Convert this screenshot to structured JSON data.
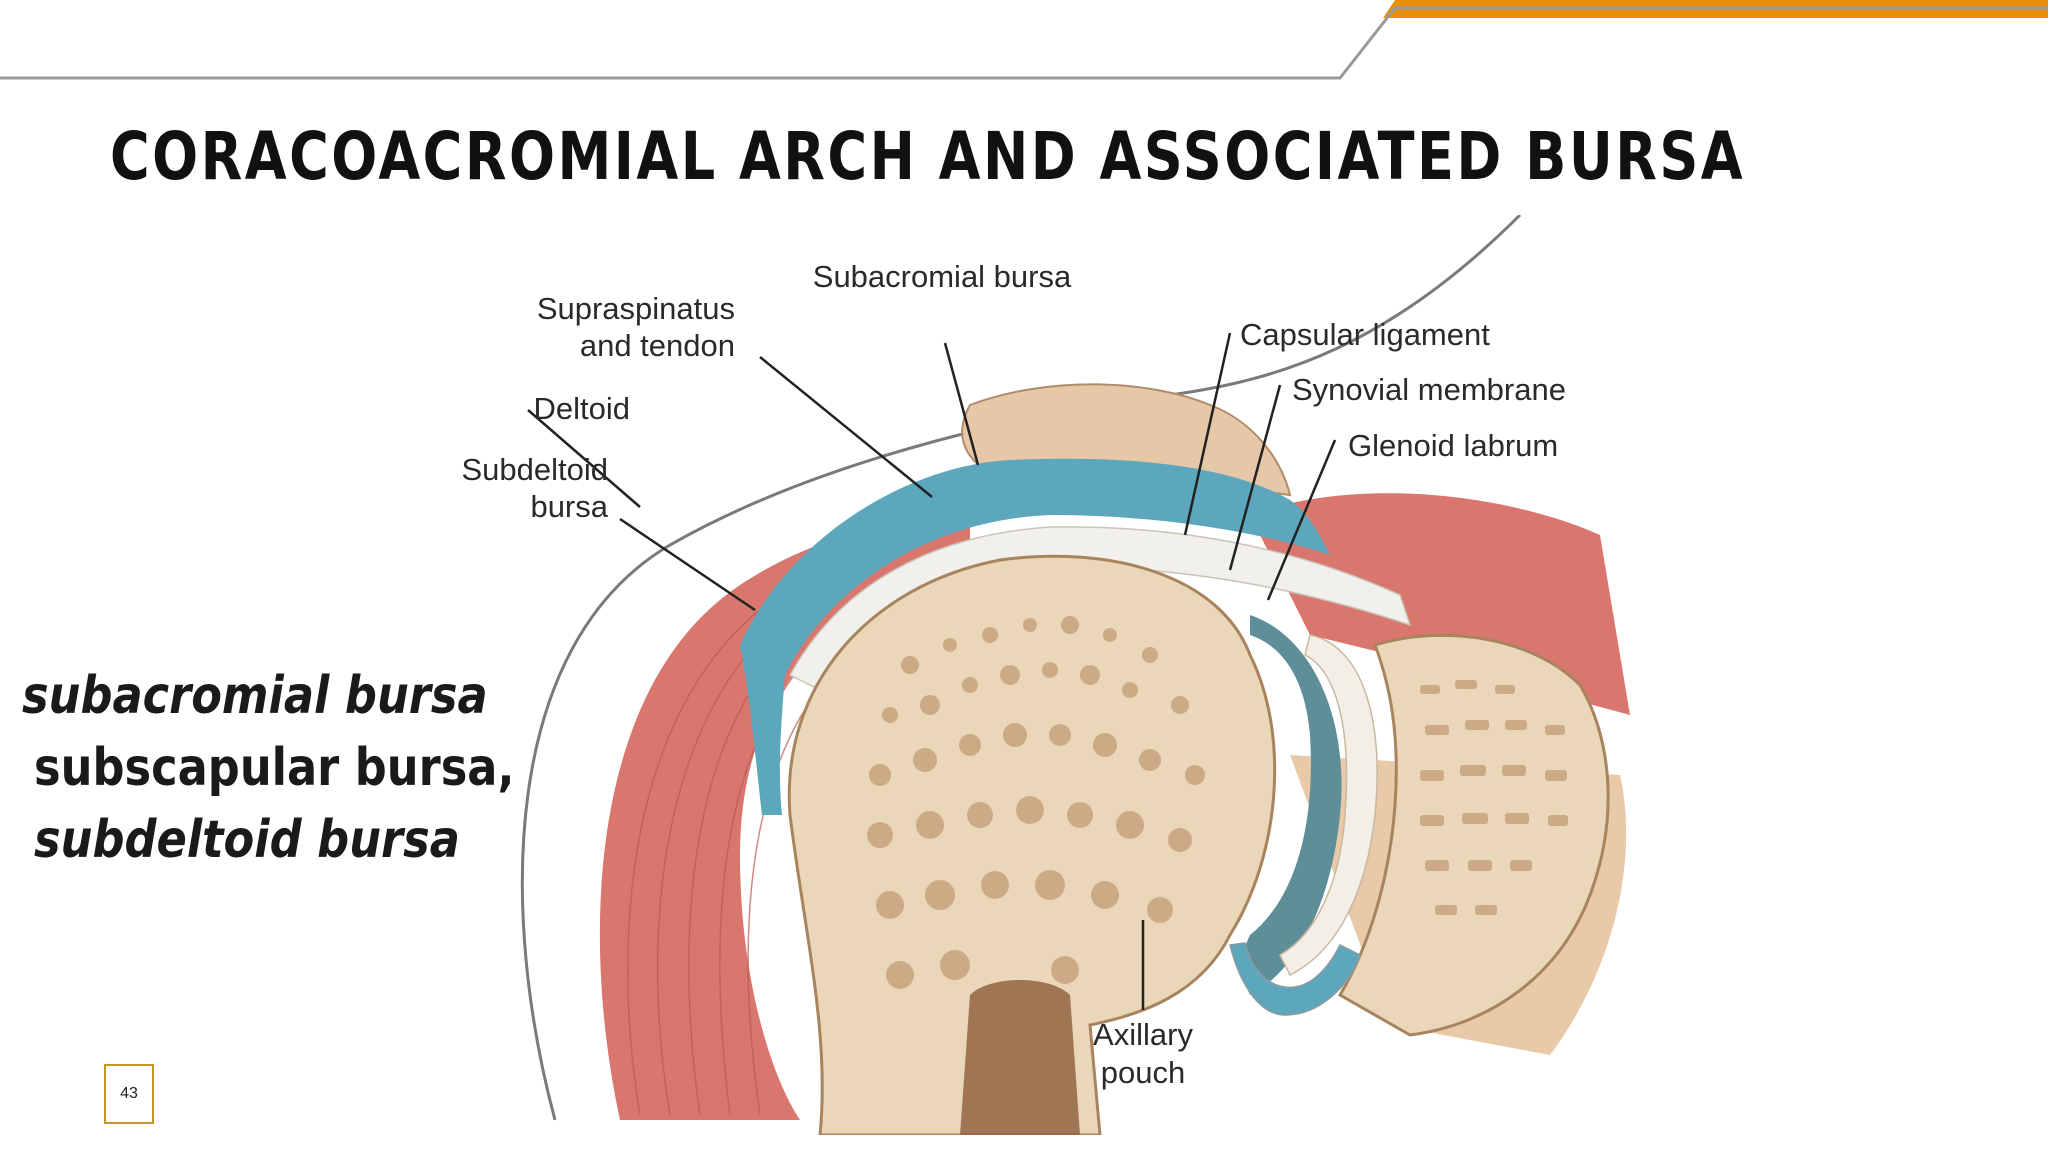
{
  "slide": {
    "title": "CORACOACROMIAL ARCH AND ASSOCIATED BURSA",
    "page_number": "43",
    "accent_color": "#e8900c"
  },
  "notes": {
    "line1": "subacromial bursa",
    "line2": "subscapular bursa,",
    "line3": "subdeltoid bursa"
  },
  "figure": {
    "labels": {
      "subacromial_bursa": "Subacromial bursa",
      "supraspinatus_line1": "Supraspinatus",
      "supraspinatus_line2": "and tendon",
      "capsular_ligament": "Capsular ligament",
      "synovial_membrane": "Synovial membrane",
      "glenoid_labrum": "Glenoid labrum",
      "deltoid": "Deltoid",
      "subdeltoid_line1": "Subdeltoid",
      "subdeltoid_line2": "bursa",
      "axillary_line1": "Axillary",
      "axillary_line2": "pouch"
    }
  }
}
